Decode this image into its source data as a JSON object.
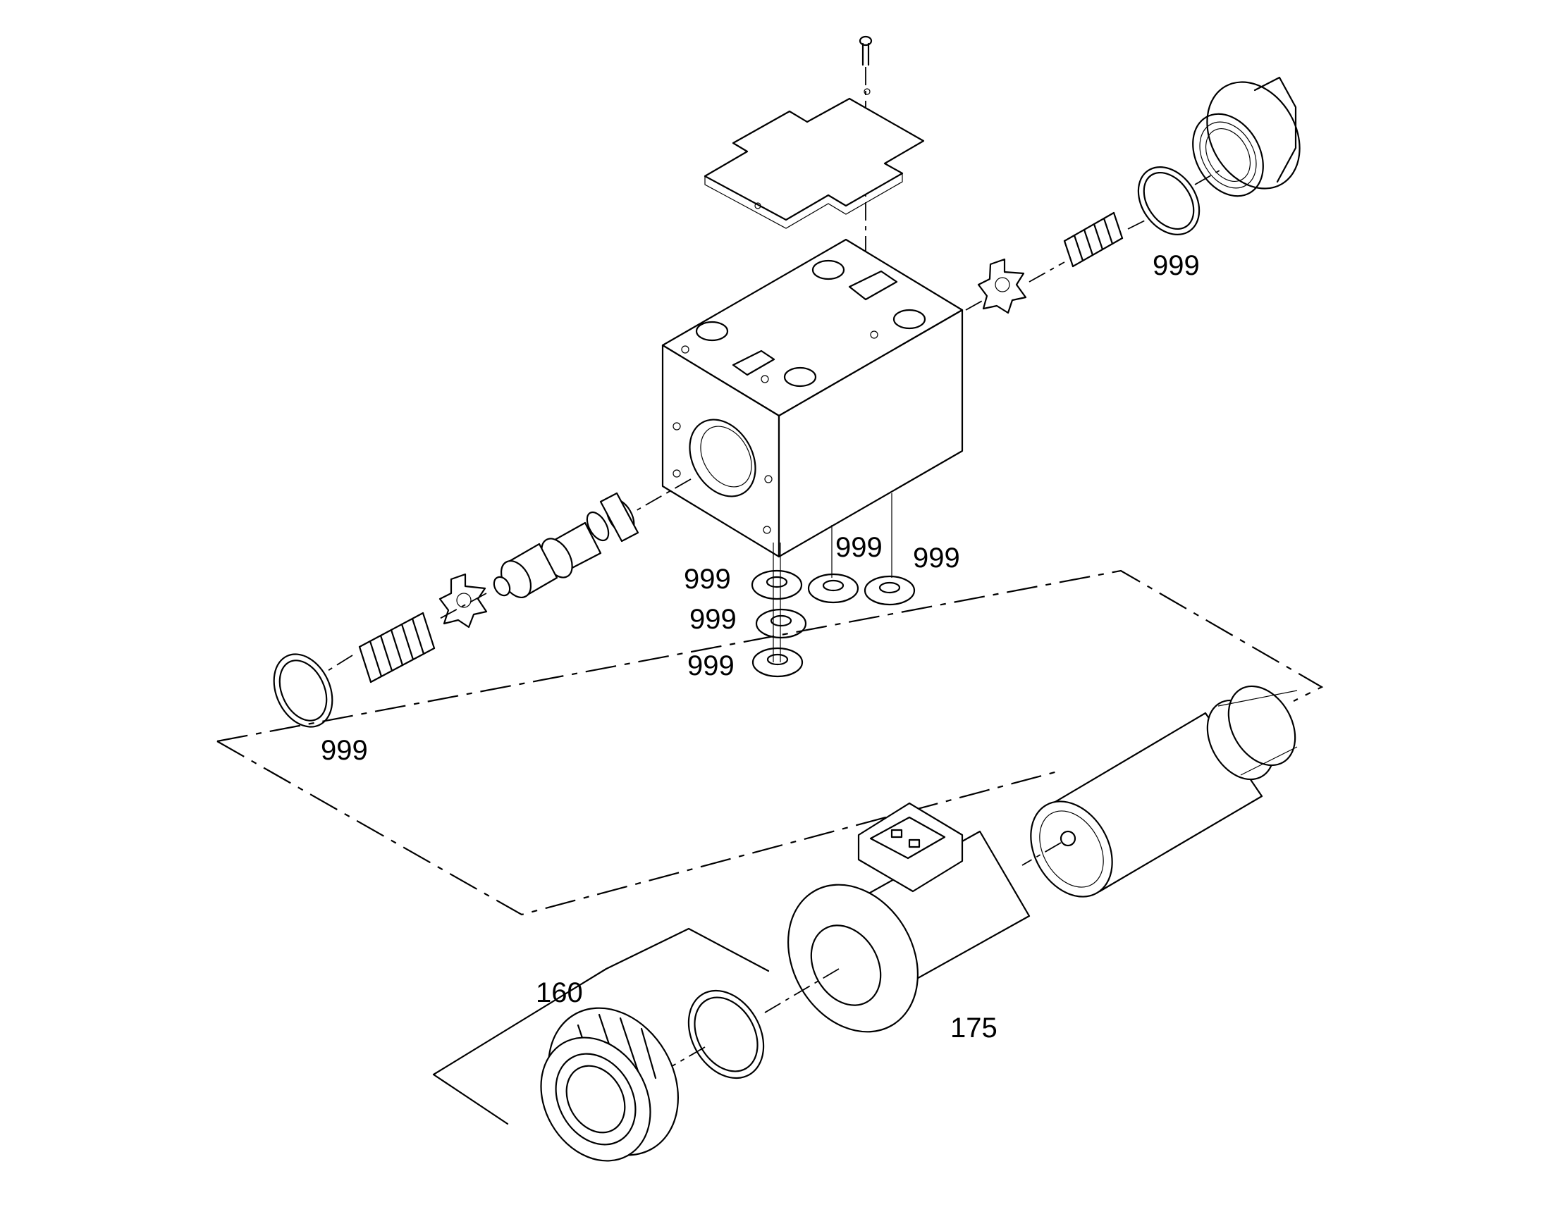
{
  "diagram": {
    "labels": [
      {
        "id": "seal-top-right",
        "text": "999"
      },
      {
        "id": "washer-a",
        "text": "999"
      },
      {
        "id": "washer-b",
        "text": "999"
      },
      {
        "id": "washer-c",
        "text": "999"
      },
      {
        "id": "washer-d",
        "text": "999"
      },
      {
        "id": "washer-e",
        "text": "999"
      },
      {
        "id": "seal-left",
        "text": "999"
      },
      {
        "id": "nut",
        "text": "160"
      },
      {
        "id": "coil",
        "text": "175"
      }
    ]
  }
}
